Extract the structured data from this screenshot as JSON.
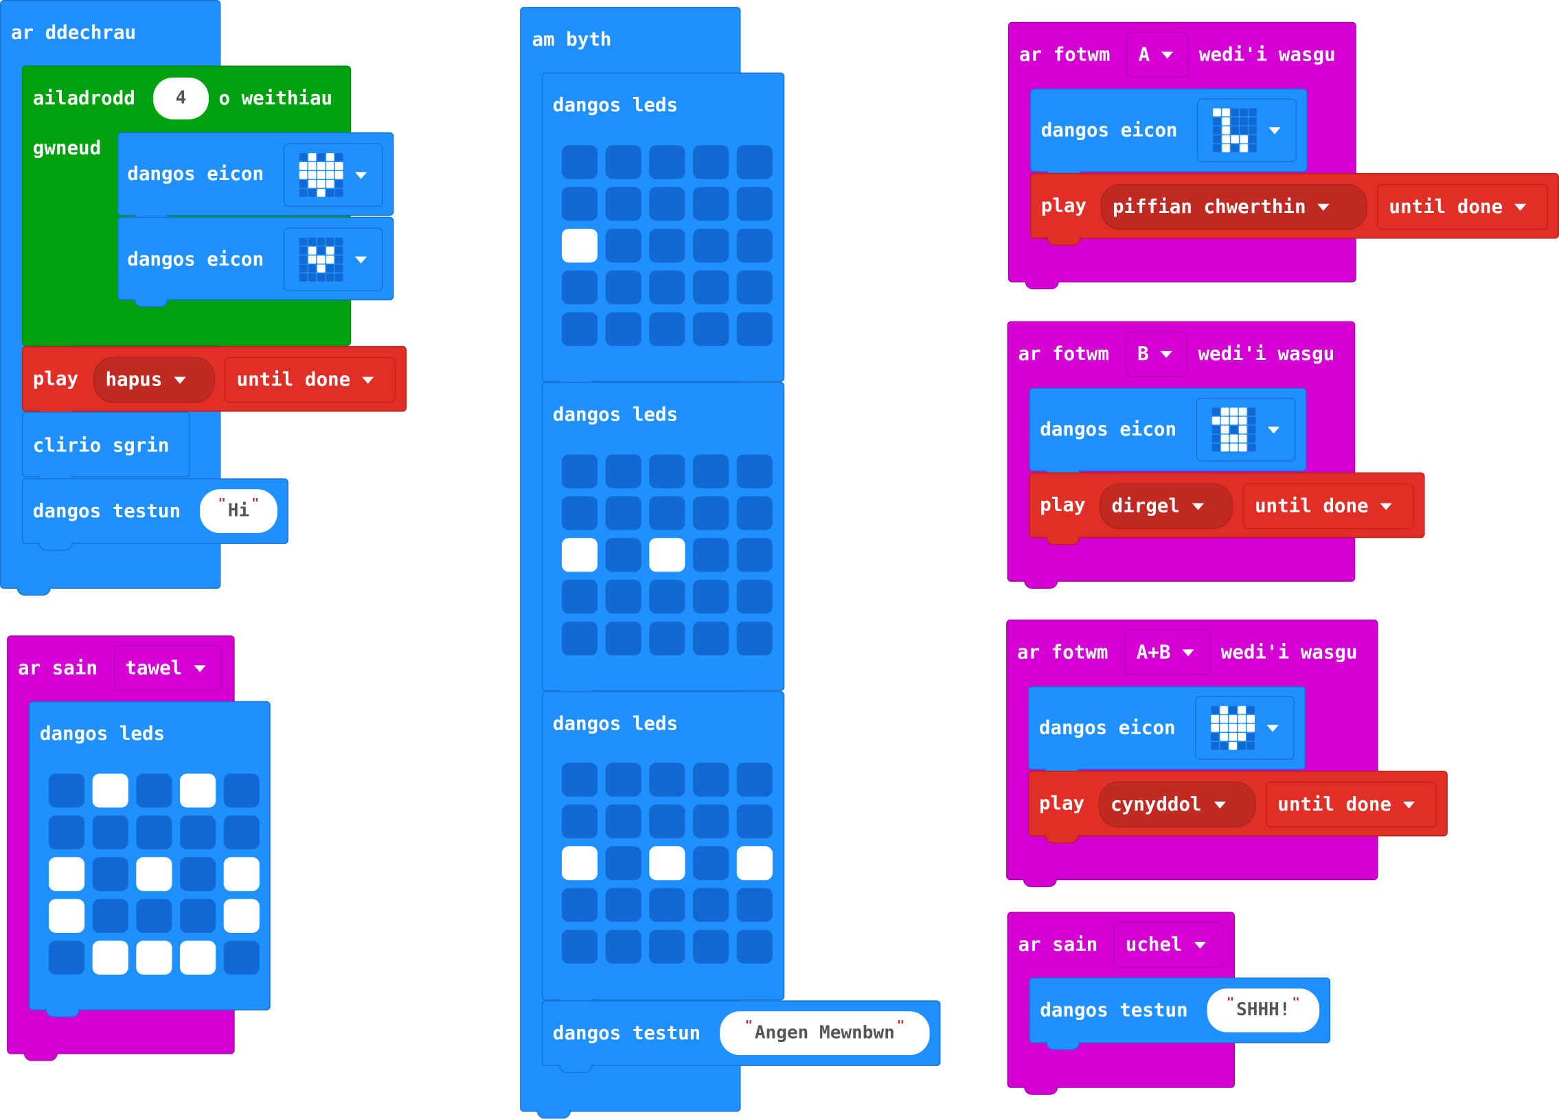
{
  "colors": {
    "basic": "#1e90ff",
    "loops": "#00a30f",
    "music": "#e12e26",
    "input": "#d400d4"
  },
  "on_start": {
    "hat": "ar ddechrau",
    "repeat": {
      "label": "ailadrodd",
      "count": "4",
      "suffix": "o weithiau",
      "do": "gwneud"
    },
    "icon1": {
      "label": "dangos eicon",
      "icon": "heart-icon"
    },
    "icon2": {
      "label": "dangos eicon",
      "icon": "small-heart-icon"
    },
    "play": {
      "label": "play",
      "melody": "hapus",
      "mode": "until done"
    },
    "clear": "clirio sgrin",
    "text": {
      "label": "dangos testun",
      "value": "Hi"
    }
  },
  "forever": {
    "hat": "am byth",
    "leds1": {
      "label": "dangos leds",
      "grid": [
        0,
        0,
        0,
        0,
        0,
        0,
        0,
        0,
        0,
        0,
        1,
        0,
        0,
        0,
        0,
        0,
        0,
        0,
        0,
        0,
        0,
        0,
        0,
        0,
        0
      ]
    },
    "leds2": {
      "label": "dangos leds",
      "grid": [
        0,
        0,
        0,
        0,
        0,
        0,
        0,
        0,
        0,
        0,
        1,
        0,
        1,
        0,
        0,
        0,
        0,
        0,
        0,
        0,
        0,
        0,
        0,
        0,
        0
      ]
    },
    "leds3": {
      "label": "dangos leds",
      "grid": [
        0,
        0,
        0,
        0,
        0,
        0,
        0,
        0,
        0,
        0,
        1,
        0,
        1,
        0,
        1,
        0,
        0,
        0,
        0,
        0,
        0,
        0,
        0,
        0,
        0
      ]
    },
    "text": {
      "label": "dangos testun",
      "value": "Angen Mewnbwn"
    }
  },
  "on_sound_quiet": {
    "prefix": "ar sain",
    "level": "tawel",
    "leds": {
      "label": "dangos leds",
      "grid": [
        0,
        1,
        0,
        1,
        0,
        0,
        0,
        0,
        0,
        0,
        1,
        0,
        1,
        0,
        1,
        1,
        0,
        0,
        0,
        1,
        0,
        1,
        1,
        1,
        0
      ]
    }
  },
  "button_a": {
    "prefix": "ar fotwm",
    "button": "A",
    "suffix": "wedi'i wasgu",
    "icon": {
      "label": "dangos eicon",
      "icon": "giraffe-icon"
    },
    "play": {
      "label": "play",
      "melody": "piffian chwerthin",
      "mode": "until done"
    }
  },
  "button_b": {
    "prefix": "ar fotwm",
    "button": "B",
    "suffix": "wedi'i wasgu",
    "icon": {
      "label": "dangos eicon",
      "icon": "chessboard-icon"
    },
    "play": {
      "label": "play",
      "melody": "dirgel",
      "mode": "until done"
    }
  },
  "button_ab": {
    "prefix": "ar fotwm",
    "button": "A+B",
    "suffix": "wedi'i wasgu",
    "icon": {
      "label": "dangos eicon",
      "icon": "heart-icon"
    },
    "play": {
      "label": "play",
      "melody": "cynyddol",
      "mode": "until done"
    }
  },
  "on_sound_loud": {
    "prefix": "ar sain",
    "level": "uchel",
    "text": {
      "label": "dangos testun",
      "value": "SHHH!"
    }
  }
}
